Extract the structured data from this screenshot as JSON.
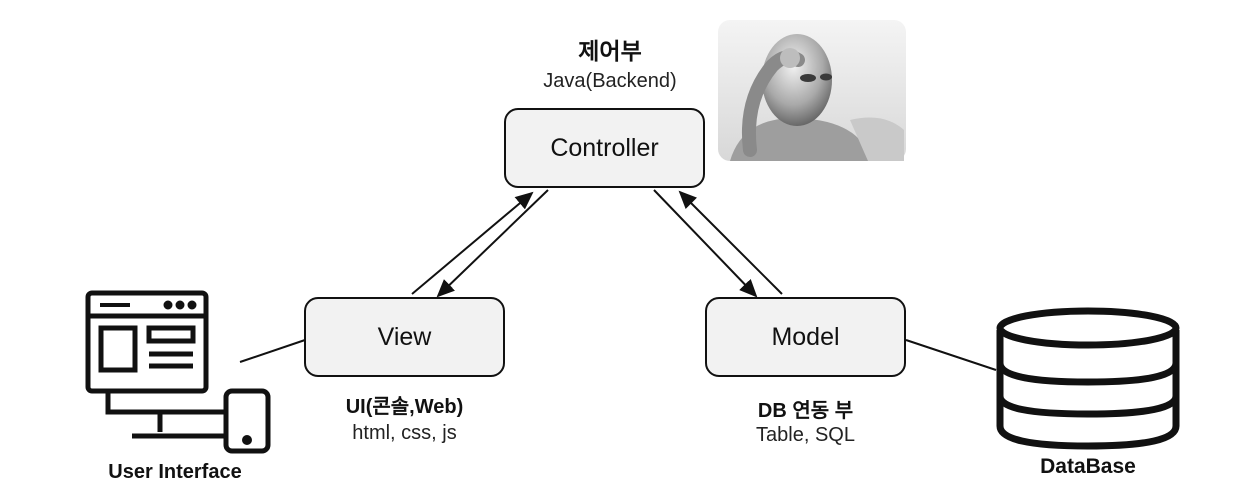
{
  "controller": {
    "title_ko": "제어부",
    "subtitle": "Java(Backend)",
    "box_label": "Controller"
  },
  "view": {
    "box_label": "View",
    "title_ko": "UI(콘솔,Web)",
    "subtitle": "html, css, js"
  },
  "model": {
    "box_label": "Model",
    "title_ko": "DB 연동 부",
    "subtitle": "Table, SQL"
  },
  "user_interface": {
    "label": "User Interface"
  },
  "database": {
    "label": "DataBase"
  },
  "icons": {
    "robot": "robot-thinking-image",
    "ui": "desktop-and-phone-icon",
    "db": "database-cylinder-icon"
  }
}
